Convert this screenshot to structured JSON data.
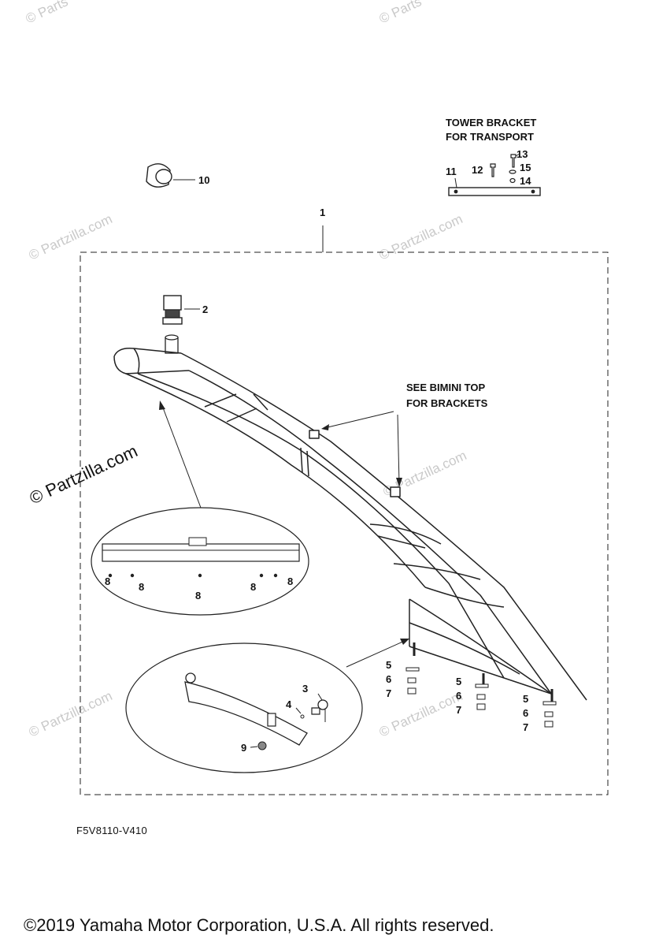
{
  "watermark": {
    "text": "© Partzilla.com",
    "corner_fragment": "© Parts"
  },
  "tower_bracket_note": {
    "line1": "TOWER BRACKET",
    "line2": "FOR TRANSPORT"
  },
  "bimini_note": {
    "line1": "SEE BIMINI TOP",
    "line2": "FOR BRACKETS"
  },
  "callouts": {
    "c1": "1",
    "c2": "2",
    "c3": "3",
    "c4": "4",
    "c5": "5",
    "c6": "6",
    "c7": "7",
    "c8": "8",
    "c9": "9",
    "c10": "10",
    "c11": "11",
    "c12": "12",
    "c13": "13",
    "c14": "14",
    "c15": "15"
  },
  "diagram_code": "F5V8110-V410",
  "copyright": "©2019  Yamaha Motor Corporation, U.S.A. All rights reserved."
}
